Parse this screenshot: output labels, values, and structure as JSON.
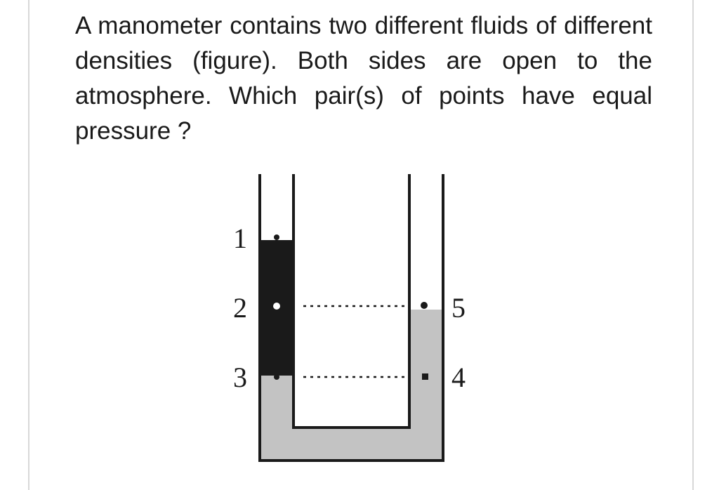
{
  "question": {
    "text": "A manometer contains two different fluids of different densities (figure). Both sides are open to the atmosphere. Which pair(s) of points have equal pressure ?"
  },
  "figure": {
    "type": "manometer-diagram",
    "fluids": [
      {
        "name": "dense-fluid-left",
        "color": "#1a1a1a"
      },
      {
        "name": "light-fluid",
        "color": "#c3c3c3"
      }
    ],
    "points": [
      {
        "label": "1"
      },
      {
        "label": "2"
      },
      {
        "label": "3"
      },
      {
        "label": "4"
      },
      {
        "label": "5"
      }
    ],
    "dotted_lines": [
      "2-5",
      "3-4"
    ]
  }
}
